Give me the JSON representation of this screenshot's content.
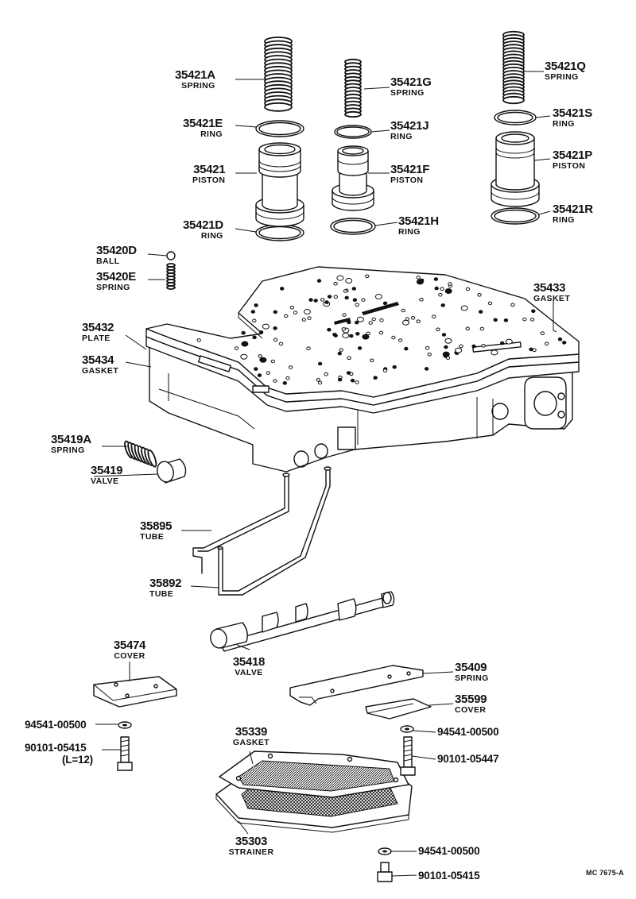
{
  "diagram_code": "MC 7675-A",
  "parts": {
    "p35421A": {
      "number": "35421A",
      "name": "SPRING"
    },
    "p35421E": {
      "number": "35421E",
      "name": "RING"
    },
    "p35421": {
      "number": "35421",
      "name": "PISTON"
    },
    "p35421D": {
      "number": "35421D",
      "name": "RING"
    },
    "p35421G": {
      "number": "35421G",
      "name": "SPRING"
    },
    "p35421J": {
      "number": "35421J",
      "name": "RING"
    },
    "p35421F": {
      "number": "35421F",
      "name": "PISTON"
    },
    "p35421H": {
      "number": "35421H",
      "name": "RING"
    },
    "p35421Q": {
      "number": "35421Q",
      "name": "SPRING"
    },
    "p35421S": {
      "number": "35421S",
      "name": "RING"
    },
    "p35421P": {
      "number": "35421P",
      "name": "PISTON"
    },
    "p35421R": {
      "number": "35421R",
      "name": "RING"
    },
    "p35420D": {
      "number": "35420D",
      "name": "BALL"
    },
    "p35420E": {
      "number": "35420E",
      "name": "SPRING"
    },
    "p35433": {
      "number": "35433",
      "name": "GASKET"
    },
    "p35432": {
      "number": "35432",
      "name": "PLATE"
    },
    "p35434": {
      "number": "35434",
      "name": "GASKET"
    },
    "p35419A": {
      "number": "35419A",
      "name": "SPRING"
    },
    "p35419": {
      "number": "35419",
      "name": "VALVE"
    },
    "p35895": {
      "number": "35895",
      "name": "TUBE"
    },
    "p35892": {
      "number": "35892",
      "name": "TUBE"
    },
    "p35474": {
      "number": "35474",
      "name": "COVER"
    },
    "p35418": {
      "number": "35418",
      "name": "VALVE"
    },
    "p35409": {
      "number": "35409",
      "name": "SPRING"
    },
    "p35599": {
      "number": "35599",
      "name": "COVER"
    },
    "p35339": {
      "number": "35339",
      "name": "GASKET"
    },
    "p35303": {
      "number": "35303",
      "name": "STRAINER"
    }
  },
  "hardware": {
    "w94541_left": "94541-00500",
    "b90101_05415_left": "90101-05415",
    "b_left_length": "(L=12)",
    "w94541_right": "94541-00500",
    "b90101_05447": "90101-05447",
    "w94541_bottom": "94541-00500",
    "b90101_05415_bottom": "90101-05415"
  }
}
